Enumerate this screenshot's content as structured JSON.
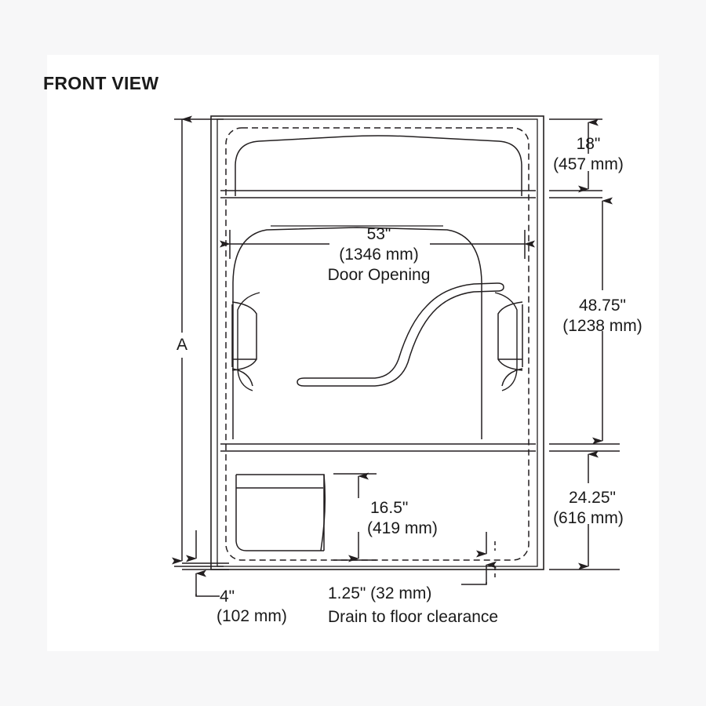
{
  "page": {
    "background_color": "#f7f7f8",
    "card_color": "#ffffff",
    "line_color": "#231f20"
  },
  "header": {
    "title": "FRONT VIEW"
  },
  "drawing": {
    "subject": "shower-enclosure-front-elevation",
    "line_color": "#231f20"
  },
  "dimensions": {
    "height_overall": {
      "name": "overall-height",
      "label": "A",
      "position": "left"
    },
    "top_section": {
      "name": "top-section-height",
      "imperial": "18\"",
      "metric": "(457 mm)",
      "position": "right"
    },
    "middle_section": {
      "name": "middle-section-height",
      "imperial": "48.75\"",
      "metric": "(1238 mm)",
      "position": "right"
    },
    "bottom_section": {
      "name": "bottom-section-height",
      "imperial": "24.25\"",
      "metric": "(616 mm)",
      "position": "right"
    },
    "door_opening": {
      "name": "door-opening-width",
      "imperial": "53\"",
      "metric": "(1346 mm)",
      "note": "Door Opening",
      "position": "center"
    },
    "seat_height": {
      "name": "seat-height",
      "imperial": "16.5\"",
      "metric": "(419 mm)",
      "position": "center-bottom"
    },
    "base_offset": {
      "name": "base-offset",
      "imperial": "4\"",
      "metric": "(102 mm)",
      "position": "bottom-left"
    },
    "drain_clearance": {
      "name": "drain-to-floor-clearance",
      "combined": "1.25\" (32 mm)",
      "note": "Drain to floor clearance",
      "position": "bottom-center"
    }
  }
}
